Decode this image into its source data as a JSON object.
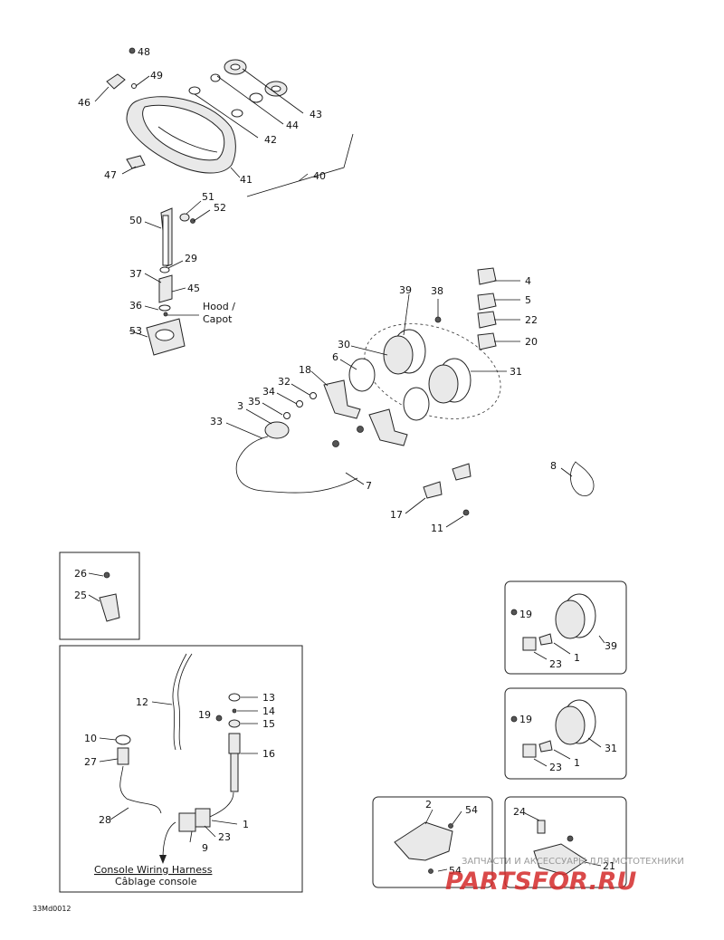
{
  "labels": {
    "hood": "Hood /",
    "capot": "Capot",
    "harness_en": "Console Wiring Harness",
    "harness_fr": "Câblage console",
    "drawing_code": "33Md0012",
    "watermark_text": "ЗАПЧАСТИ И АКСЕССУАРЫ ДЛЯ МОТОТЕХНИКИ",
    "watermark_logo": "PARTSFOR.RU"
  },
  "callouts": {
    "c48": "48",
    "c49": "49",
    "c46": "46",
    "c44": "44",
    "c43": "43",
    "c42": "42",
    "c47": "47",
    "c41": "41",
    "c40": "40",
    "c51": "51",
    "c52": "52",
    "c50": "50",
    "c29": "29",
    "c37": "37",
    "c45": "45",
    "c36": "36",
    "c53": "53",
    "c39": "39",
    "c38": "38",
    "c4": "4",
    "c5": "5",
    "c22": "22",
    "c20": "20",
    "c30": "30",
    "c6": "6",
    "c31": "31",
    "c18": "18",
    "c32": "32",
    "c34": "34",
    "c35": "35",
    "c3": "3",
    "c33": "33",
    "c7": "7",
    "c8": "8",
    "c17": "17",
    "c11": "11",
    "c26": "26",
    "c25": "25",
    "c12": "12",
    "c13": "13",
    "c14": "14",
    "c19a": "19",
    "c15": "15",
    "c10": "10",
    "c16": "16",
    "c27": "27",
    "c28": "28",
    "c1a": "1",
    "c23a": "23",
    "c9": "9",
    "c19b": "19",
    "c1b": "1",
    "c39b": "39",
    "c23b": "23",
    "c19c": "19",
    "c31b": "31",
    "c1c": "1",
    "c23c": "23",
    "c2": "2",
    "c54a": "54",
    "c54b": "54",
    "c24": "24",
    "c21": "21"
  },
  "colors": {
    "line": "#222222",
    "watermark_red": "#d42a2a",
    "watermark_grey": "#9a9a9a"
  }
}
